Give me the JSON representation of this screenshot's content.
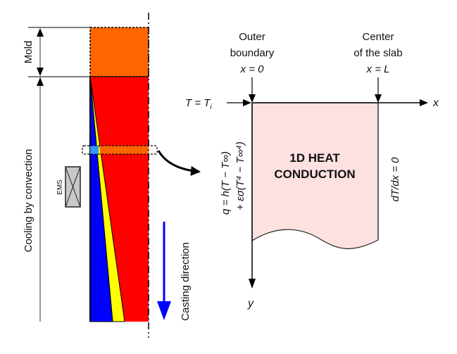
{
  "left": {
    "mold_label": "Mold",
    "cooling_label": "Cooling by convection",
    "ems_label": "EMS",
    "casting_label": "Casting direction",
    "colors": {
      "mold": "#ff6600",
      "liquid": "#ff0000",
      "mushy": "#ffff00",
      "solid": "#0000ff",
      "slice_solid": "#3399ff",
      "slice_liquid": "#ff6600",
      "ems_fill": "#c8c8c8",
      "casting_arrow": "#0000ff"
    }
  },
  "right": {
    "outer_boundary_line1": "Outer",
    "outer_boundary_line2": "boundary",
    "outer_boundary_eq": "x = 0",
    "center_line1": "Center",
    "center_line2": "of the slab",
    "center_eq": "x = L",
    "initial_condition": "T = T",
    "initial_sub": "i",
    "x_axis_label": "x",
    "y_axis_label": "y",
    "title_line1": "1D HEAT",
    "title_line2": "CONDUCTION",
    "flux_line1": "q = h(T − T∞)",
    "flux_line2": "+ εσ(T⁴ − T∞⁴)",
    "symmetry_bc": "dT/dx = 0",
    "colors": {
      "domain_fill": "#fde0e0"
    }
  }
}
